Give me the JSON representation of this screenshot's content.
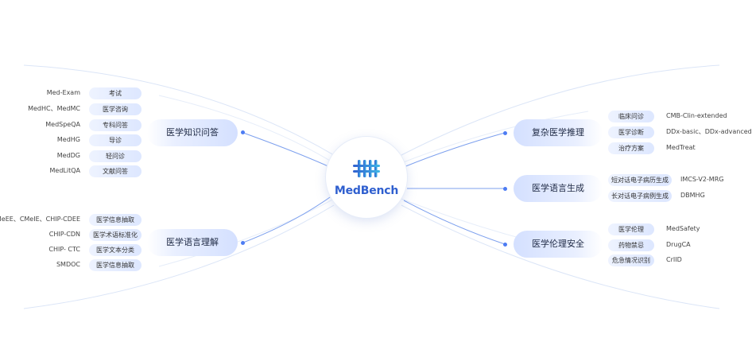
{
  "brand": {
    "name": "MedBench",
    "primary_color": "#2f5fcf",
    "accent_color": "#4d7cf3"
  },
  "categories": {
    "knowledge_qa": {
      "label": "医学知识问答",
      "items": [
        {
          "dataset": "Med-Exam",
          "task": "考试"
        },
        {
          "dataset": "MedHC、MedMC",
          "task": "医学咨询"
        },
        {
          "dataset": "MedSpeQA",
          "task": "专科问答"
        },
        {
          "dataset": "MedHG",
          "task": "导诊"
        },
        {
          "dataset": "MedDG",
          "task": "轻问诊"
        },
        {
          "dataset": "MedLitQA",
          "task": "文献问答"
        }
      ]
    },
    "language_understanding": {
      "label": "医学语言理解",
      "items": [
        {
          "dataset": "MeEE、CMeIE、CHIP-CDEE",
          "task": "医学信息抽取"
        },
        {
          "dataset": "CHIP-CDN",
          "task": "医学术语标准化"
        },
        {
          "dataset": "CHIP- CTC",
          "task": "医学文本分类"
        },
        {
          "dataset": "SMDOC",
          "task": "医学信息抽取"
        }
      ]
    },
    "complex_reasoning": {
      "label": "复杂医学推理",
      "items": [
        {
          "task": "临床问诊",
          "dataset": "CMB-Clin-extended"
        },
        {
          "task": "医学诊断",
          "dataset": "DDx-basic、DDx-advanced"
        },
        {
          "task": "治疗方案",
          "dataset": "MedTreat"
        }
      ]
    },
    "language_generation": {
      "label": "医学语言生成",
      "items": [
        {
          "task": "短对话电子病历生成",
          "dataset": "IMCS-V2-MRG"
        },
        {
          "task": "长对话电子病例生成",
          "dataset": "DBMHG"
        }
      ]
    },
    "ethics_safety": {
      "label": "医学伦理安全",
      "items": [
        {
          "task": "医学伦理",
          "dataset": "MedSafety"
        },
        {
          "task": "药物禁忌",
          "dataset": "DrugCA"
        },
        {
          "task": "危急情况识别",
          "dataset": "CrIID"
        }
      ]
    }
  }
}
